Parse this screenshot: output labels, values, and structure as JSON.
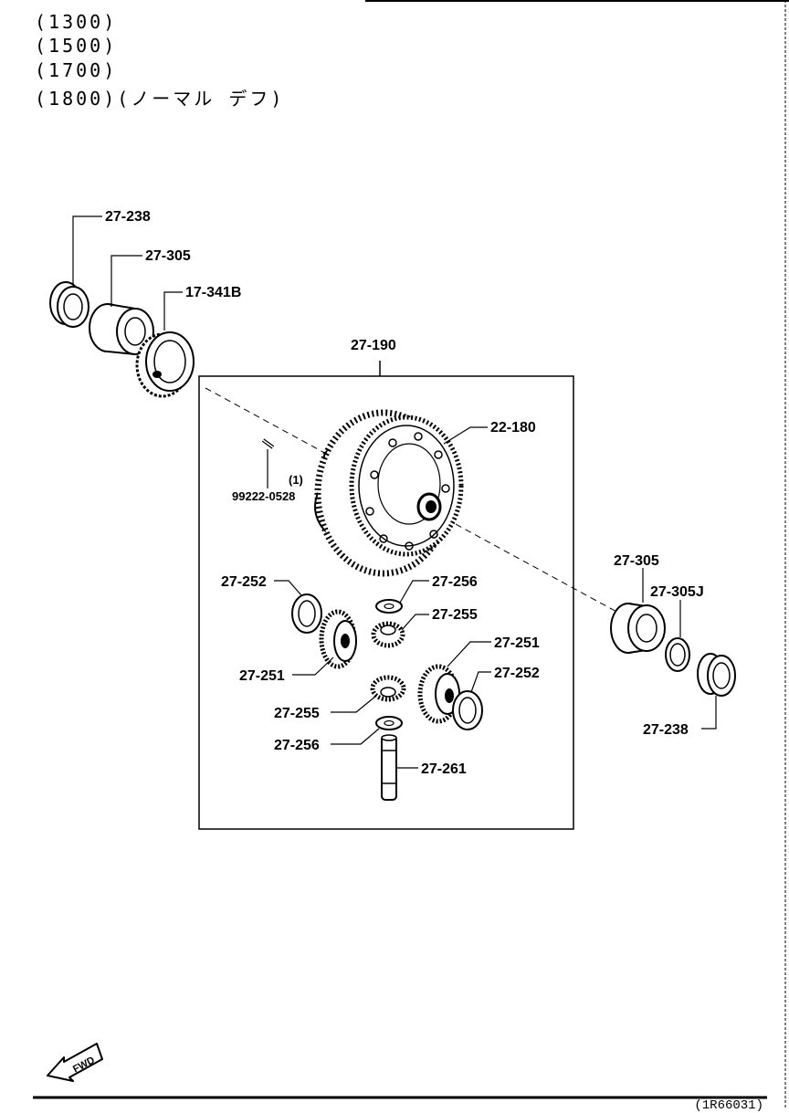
{
  "header": {
    "lines": [
      "(1300)",
      "(1500)",
      "(1700)",
      "(1800)(ノーマル デフ)"
    ]
  },
  "parts": {
    "p1": "27-238",
    "p2": "27-305",
    "p3": "17-341B",
    "p4": "27-190",
    "p5": "22-180",
    "p6": "99222-0528",
    "p6_qty": "(1)",
    "p7": "27-252",
    "p8": "27-256",
    "p9": "27-255",
    "p10": "27-251",
    "p11": "27-251",
    "p12": "27-252",
    "p13": "27-255",
    "p14": "27-256",
    "p15": "27-261",
    "p16": "27-305",
    "p17": "27-305J",
    "p18": "27-238"
  },
  "fwd_label": "FWD",
  "drawing_code": "(1R66031)"
}
